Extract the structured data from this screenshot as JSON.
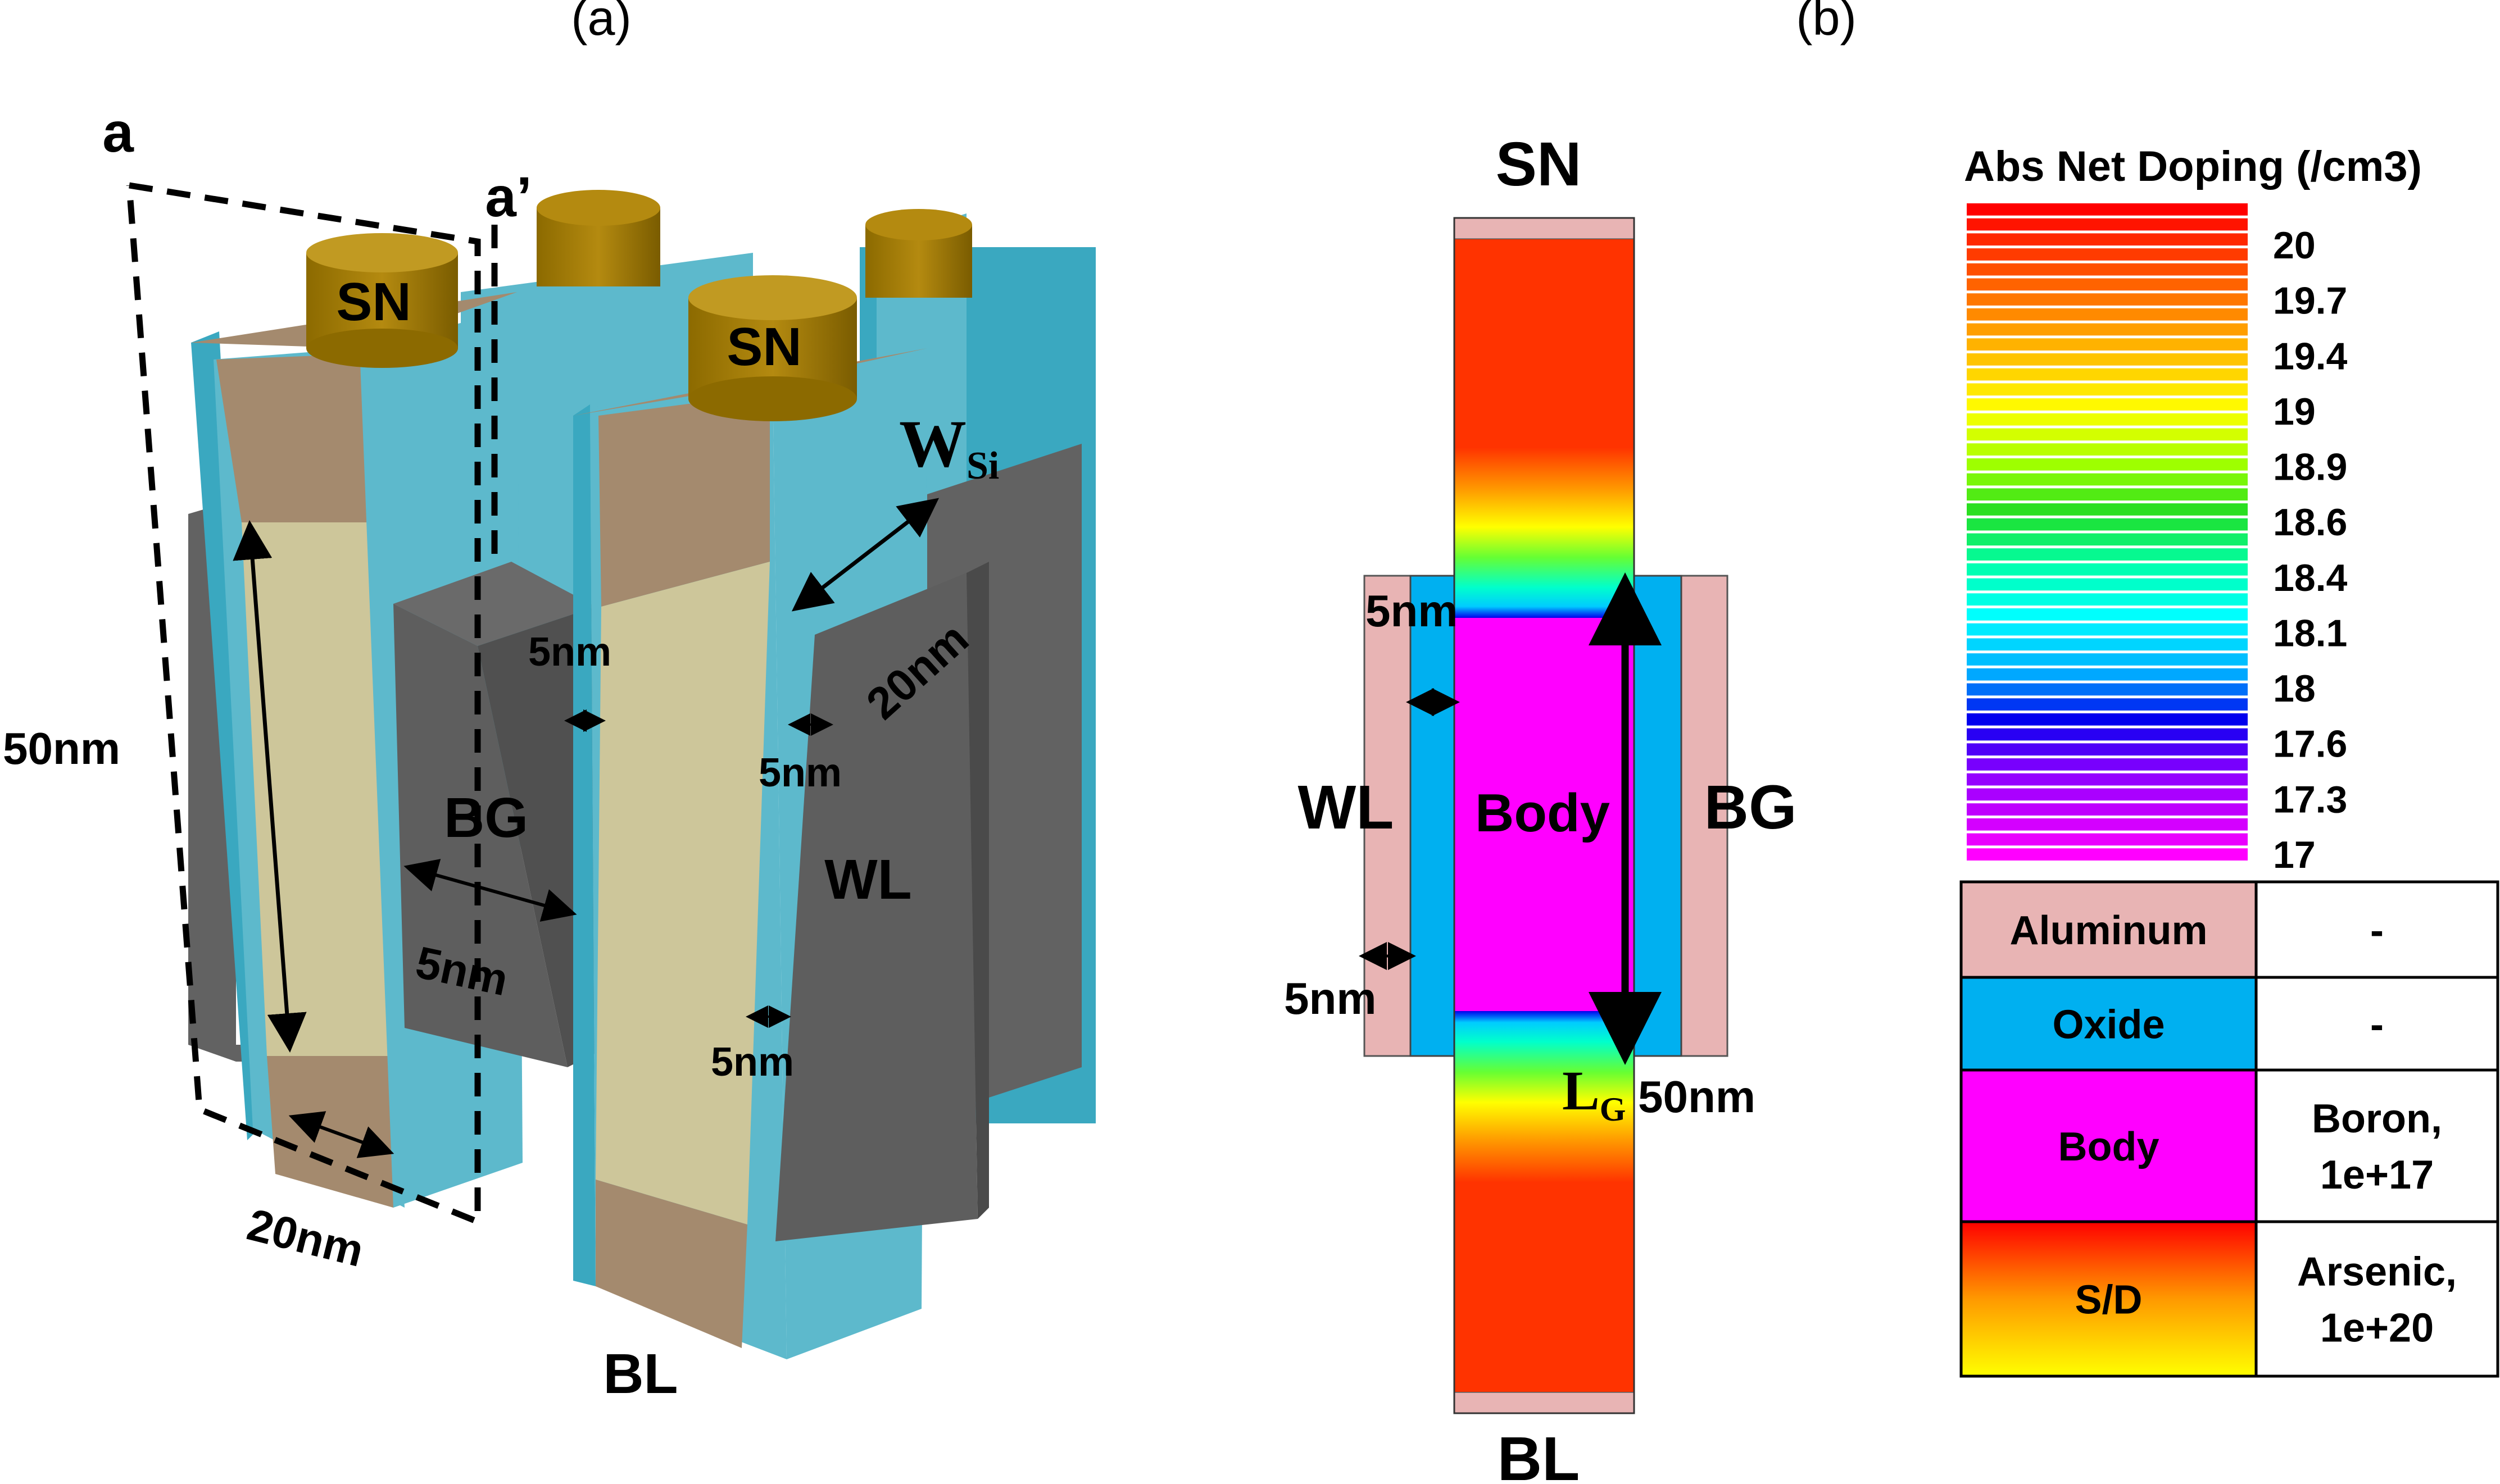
{
  "panel_a": {
    "caption": "(a)",
    "cut_labels": {
      "a": "a",
      "a_prime": "a’"
    },
    "labels": {
      "sn_left": "SN",
      "sn_right": "SN",
      "bl": "BL",
      "bg": "BG",
      "wl": "WL",
      "w_si_main": "W",
      "w_si_sub": "Si"
    },
    "dimensions": {
      "height_50nm": "50nm",
      "width_20nm_bottom": "20nm",
      "width_20nm_right": "20nm",
      "gap_5nm_top": "5nm",
      "bg_5nm": "5nm",
      "ox_5nm_upper": "5nm",
      "ox_5nm_lower": "5nm"
    }
  },
  "panel_b": {
    "caption": "(b)",
    "labels": {
      "sn": "SN",
      "bl": "BL",
      "wl": "WL",
      "bg": "BG",
      "body": "Body",
      "lg_main": "L",
      "lg_sub": "G",
      "len_50nm": "50nm",
      "ox_5nm_top": "5nm",
      "ox_5nm_bottom": "5nm"
    },
    "colors": {
      "aluminum": "#e8b4b4",
      "oxide": "#00b0f0",
      "body": "#ff00ff",
      "sd": "#ff3300"
    }
  },
  "colorbar": {
    "title": "Abs Net Doping (/cm3)",
    "ticks": [
      "20",
      "19.7",
      "19.4",
      "19",
      "18.9",
      "18.6",
      "18.4",
      "18.1",
      "18",
      "17.6",
      "17.3",
      "17"
    ]
  },
  "legend": {
    "rows": [
      {
        "material": "Aluminum",
        "value": "-",
        "color": "#e8b4b4"
      },
      {
        "material": "Oxide",
        "value": "-",
        "color": "#00b0f0"
      },
      {
        "material": "Body",
        "value": "Boron,\n1e+17",
        "color": "#ff00ff"
      },
      {
        "material": "S/D",
        "value": "Arsenic,\n1e+20",
        "color": "gradient"
      }
    ]
  }
}
